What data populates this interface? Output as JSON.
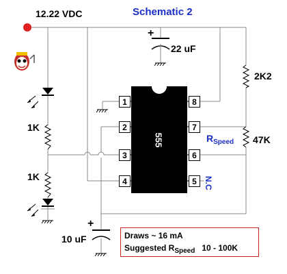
{
  "title": "Schematic 2",
  "supply_label": "12.22 VDC",
  "cap_top_label": "22 uF",
  "cap_bottom_label": "10 uF",
  "resistor_right_label": "2K2",
  "resistor_speed_label": "47K",
  "speed_label": {
    "main": "R",
    "sub": "Speed"
  },
  "resistor_left_top_label": "1K",
  "resistor_left_bottom_label": "1K",
  "plus_sign": "+",
  "chip": {
    "name": "555",
    "pins_left": [
      "1",
      "2",
      "3",
      "4"
    ],
    "pins_right": [
      "8",
      "7",
      "6",
      "5"
    ],
    "nc_label": "N.C"
  },
  "note": {
    "line1": "Draws ~ 16 mA",
    "line2_prefix": "Suggested R",
    "line2_sub": "Speed",
    "line2_suffix": "10 - 100K"
  },
  "colors": {
    "wire": "#888888",
    "title": "#1a2fc6",
    "supply_dot": "#e02020",
    "chip": "#000000",
    "note_border": "#cc1f1f"
  }
}
